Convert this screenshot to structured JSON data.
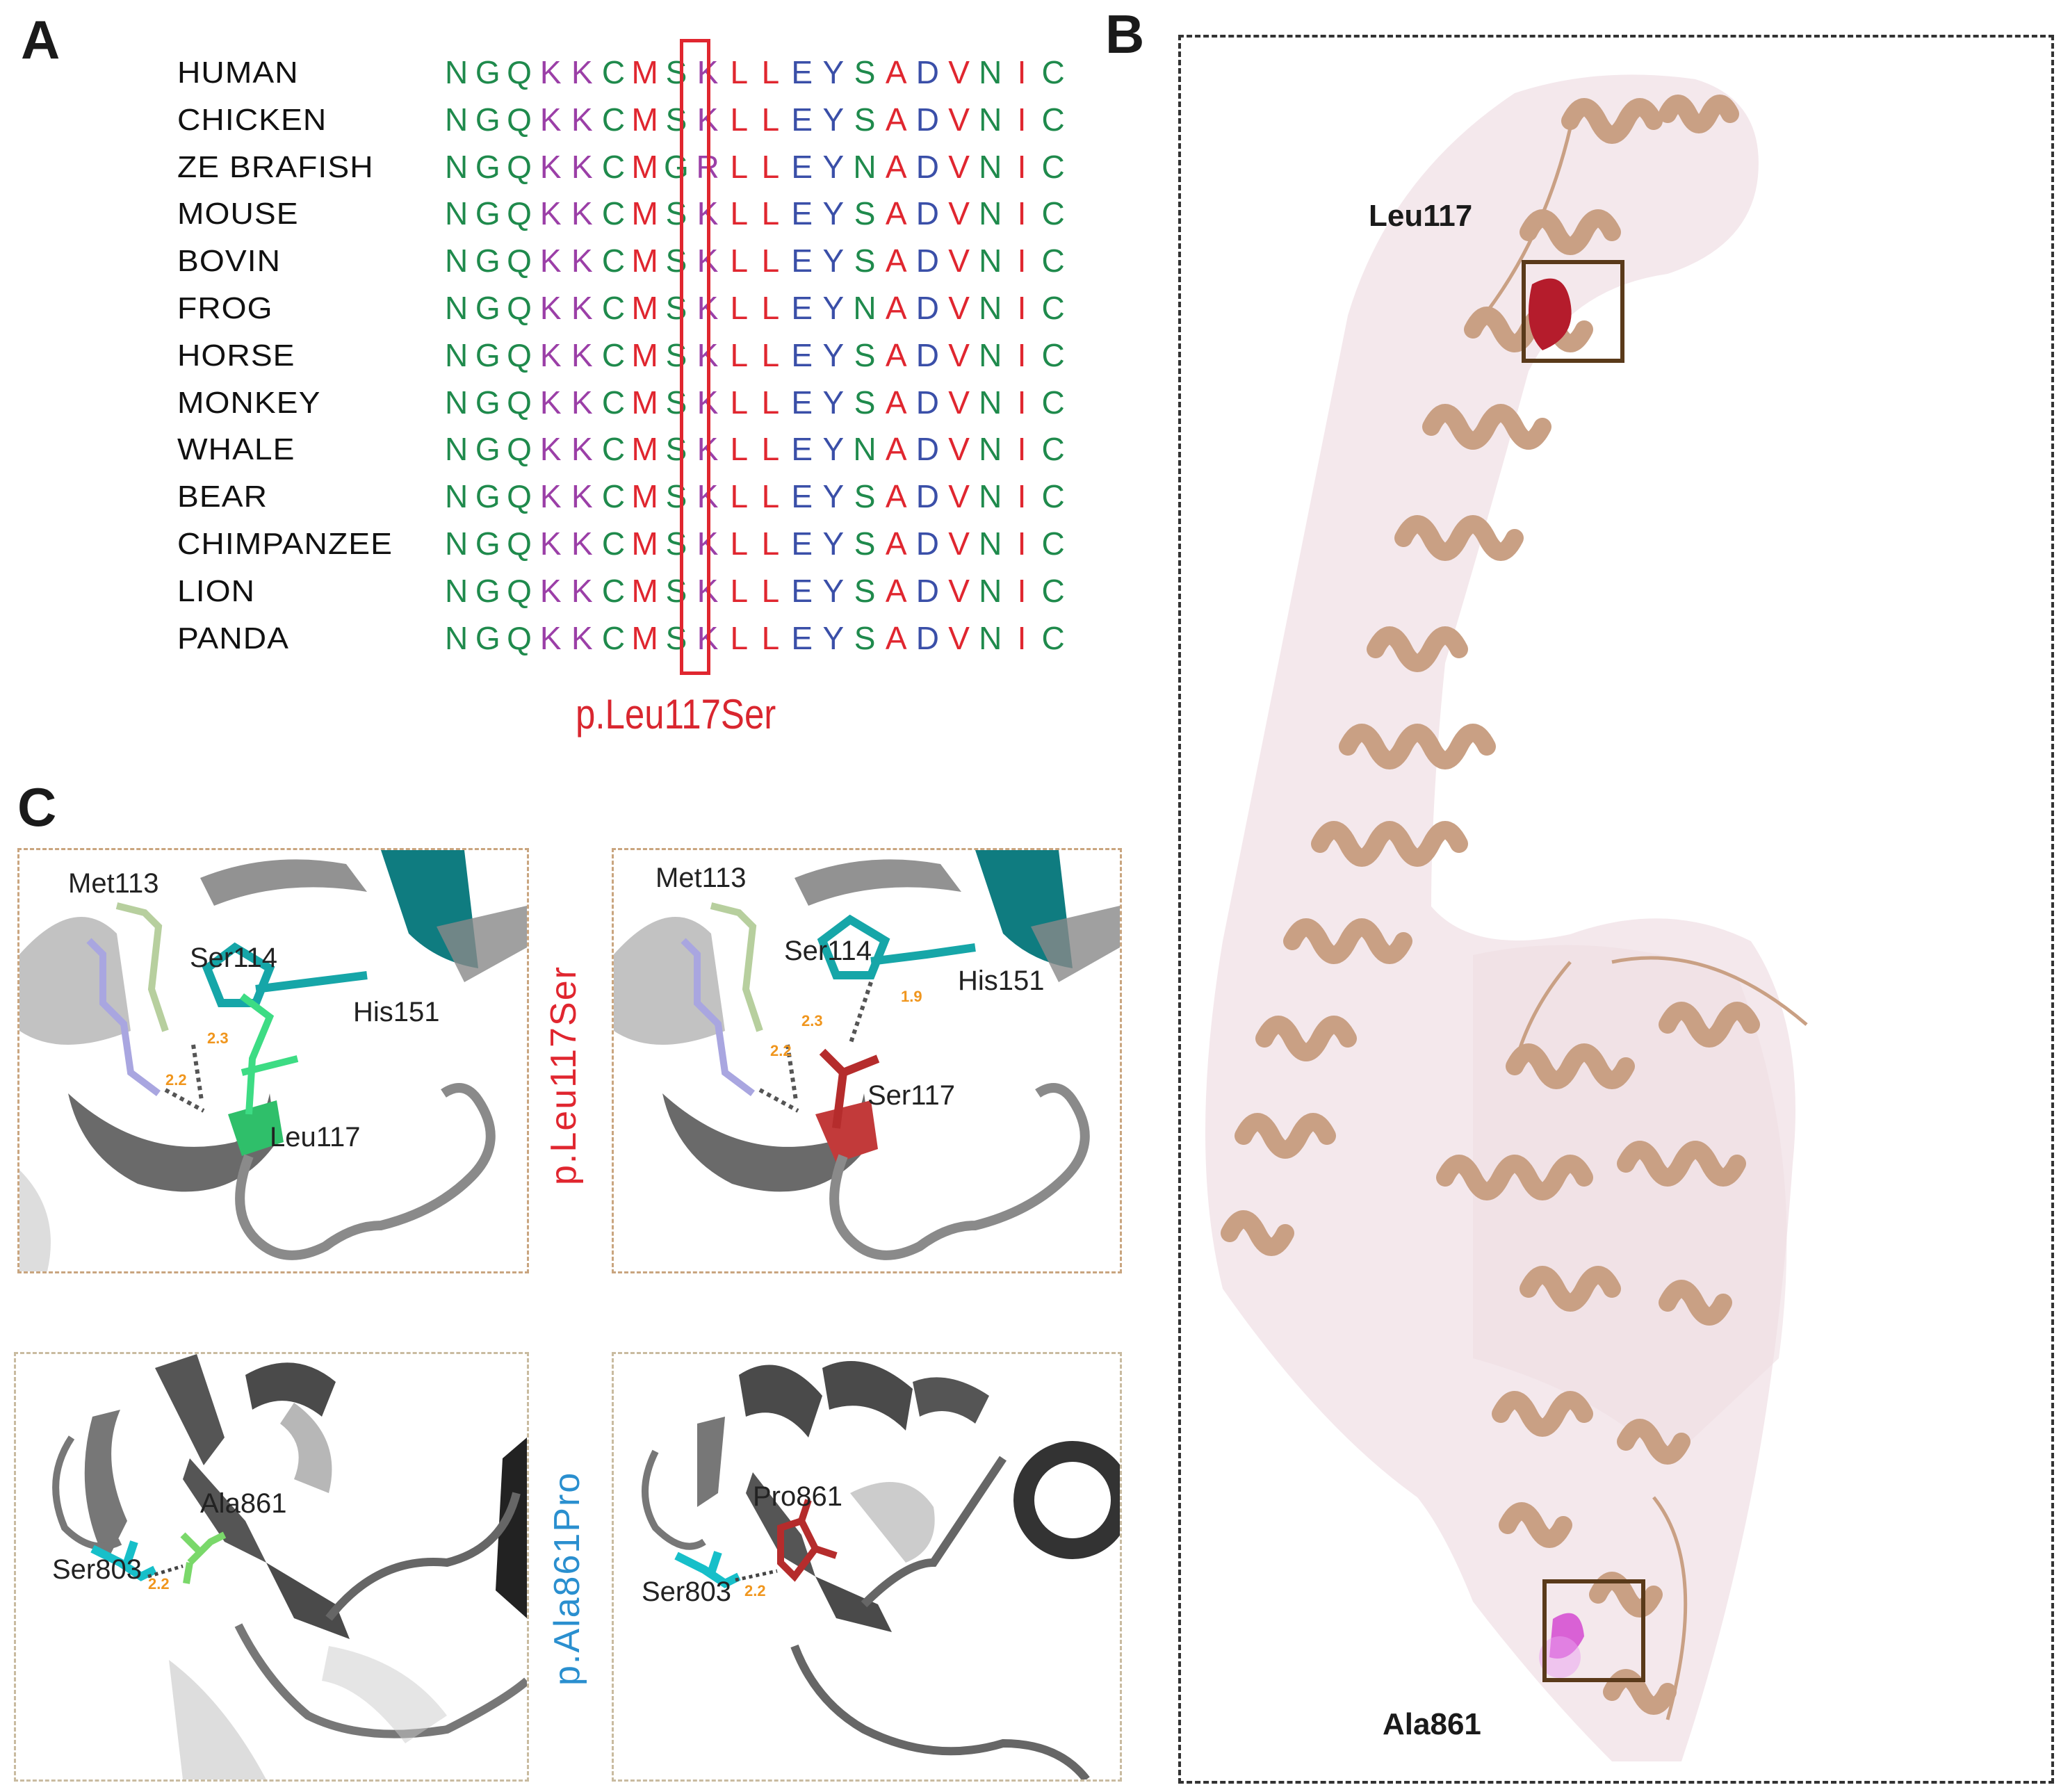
{
  "panels": {
    "a": {
      "letter": "A",
      "species": [
        "HUMAN",
        "CHICKEN",
        "ZE BRAFISH",
        "MOUSE",
        "BOVIN",
        "FROG",
        "HORSE",
        "MONKEY",
        "WHALE",
        "BEAR",
        "CHIMPANZEE",
        "LION",
        "PANDA"
      ],
      "sequences": [
        "NGQKKCMSKLLEYSADVNIC",
        "NGQKKCMSKLLEYSADVNIC",
        "NGQKKCMGRLLEYNADVNIC",
        "NGQKKCMSKLLEYSADVNIC",
        "NGQKKCMSKLLEYSADVNIC",
        "NGQKKCMSKLLEYNADVNIC",
        "NGQKKCMSKLLEYSADVNIC",
        "NGQKKCMSKLLEYSADVNIC",
        "NGQKKCMSKLLEYNADVNIC",
        "NGQKKCMSKLLEYSADVNIC",
        "NGQKKCMSKLLEYSADVNIC",
        "NGQKKCMSKLLEYSADVNIC",
        "NGQKKCMSKLLEYSADVNIC"
      ],
      "highlight_column": 10,
      "residue_colors": {
        "N": "#1f8a4c",
        "G": "#1f8a4c",
        "Q": "#1f8a4c",
        "C": "#1f8a4c",
        "S": "#1f8a4c",
        "K": "#9b3fa7",
        "R": "#9b3fa7",
        "M": "#e0262f",
        "L": "#e0262f",
        "A": "#e0262f",
        "V": "#e0262f",
        "I": "#e0262f",
        "E": "#3a4fa8",
        "Y": "#3a4fa8",
        "D": "#3a4fa8"
      },
      "mutation_label": "p.Leu117Ser"
    },
    "b": {
      "letter": "B",
      "site_labels": {
        "top": "Leu117",
        "bottom": "Ala861"
      },
      "colors": {
        "cartoon": "#c9a084",
        "surface": "#f3e6ea",
        "site1": "#b51c2c",
        "site2": "#d23fd0",
        "box": "#5a3a1a"
      }
    },
    "c": {
      "letter": "C",
      "row1_label": "p.Leu117Ser",
      "row2_label": "p.Ala861Pro",
      "row1_label_color": "#e0262f",
      "row2_label_color": "#2a8fcf",
      "wild_type_1": {
        "labels": {
          "met": "Met113",
          "ser114": "Ser114",
          "his": "His151",
          "mut": "Leu117"
        },
        "distances": [
          "2.3",
          "2.2"
        ]
      },
      "mutant_1": {
        "labels": {
          "met": "Met113",
          "ser114": "Ser114",
          "his": "His151",
          "mut": "Ser117"
        },
        "distances": [
          "2.3",
          "2.2",
          "1.9"
        ]
      },
      "wild_type_2": {
        "labels": {
          "ser": "Ser803",
          "res": "Ala861"
        },
        "distances": [
          "2.2"
        ]
      },
      "mutant_2": {
        "labels": {
          "ser": "Ser803",
          "res": "Pro861"
        },
        "distances": [
          "2.2"
        ]
      }
    }
  }
}
